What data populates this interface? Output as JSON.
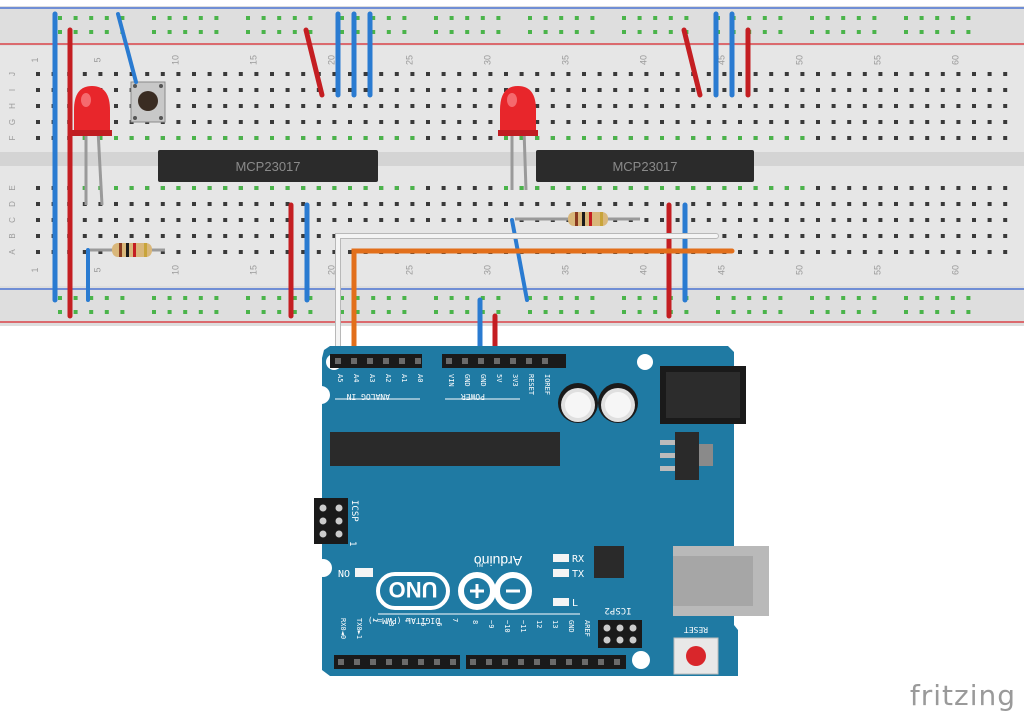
{
  "breadboard": {
    "column_numbers": [
      "1",
      "5",
      "10",
      "15",
      "20",
      "25",
      "30",
      "35",
      "40",
      "45",
      "50",
      "55",
      "60"
    ],
    "row_letters_top": [
      "J",
      "I",
      "H",
      "G",
      "F"
    ],
    "row_letters_bottom": [
      "E",
      "D",
      "C",
      "B",
      "A"
    ]
  },
  "chips": [
    {
      "label": "MCP23017"
    },
    {
      "label": "MCP23017"
    }
  ],
  "arduino": {
    "analog_pins": [
      "A5",
      "A4",
      "A3",
      "A2",
      "A1",
      "A0"
    ],
    "analog_header": "ANALOG IN",
    "power_pins": [
      "VIN",
      "GND",
      "GND",
      "5V",
      "3V3",
      "RESET",
      "IOREF"
    ],
    "power_header": "POWER",
    "icsp_label": "ICSP",
    "icsp2_label": "ICSP2",
    "on_label": "ON",
    "rx_label": "RX",
    "tx_label": "TX",
    "l_label": "L",
    "brand": "Arduino",
    "tm": "TM",
    "model": "UNO",
    "digital_header": "DIGITAL (PWM=~)",
    "digital_pins_low": [
      "RX0◄0",
      "TX0►1",
      "2",
      "~3",
      "4",
      "~5",
      "~6",
      "7"
    ],
    "digital_pins_high": [
      "8",
      "~9",
      "~10",
      "~11",
      "12",
      "13",
      "GND",
      "AREF"
    ],
    "reset_label": "RESET",
    "icsp_pin1": "1"
  },
  "footer": {
    "brand": "fritzing"
  },
  "colors": {
    "board": "#1f7aa3",
    "board_dark": "#176688",
    "breadboard": "#eaeaea",
    "rail_red": "#d9262b",
    "rail_blue": "#2f5fd0",
    "wire_red": "#c41e22",
    "wire_blue": "#2a7bd1",
    "wire_orange": "#e26f1b",
    "wire_white": "#f4f4f4",
    "hole_green": "#4ab44a",
    "chip": "#2b2b2b"
  }
}
